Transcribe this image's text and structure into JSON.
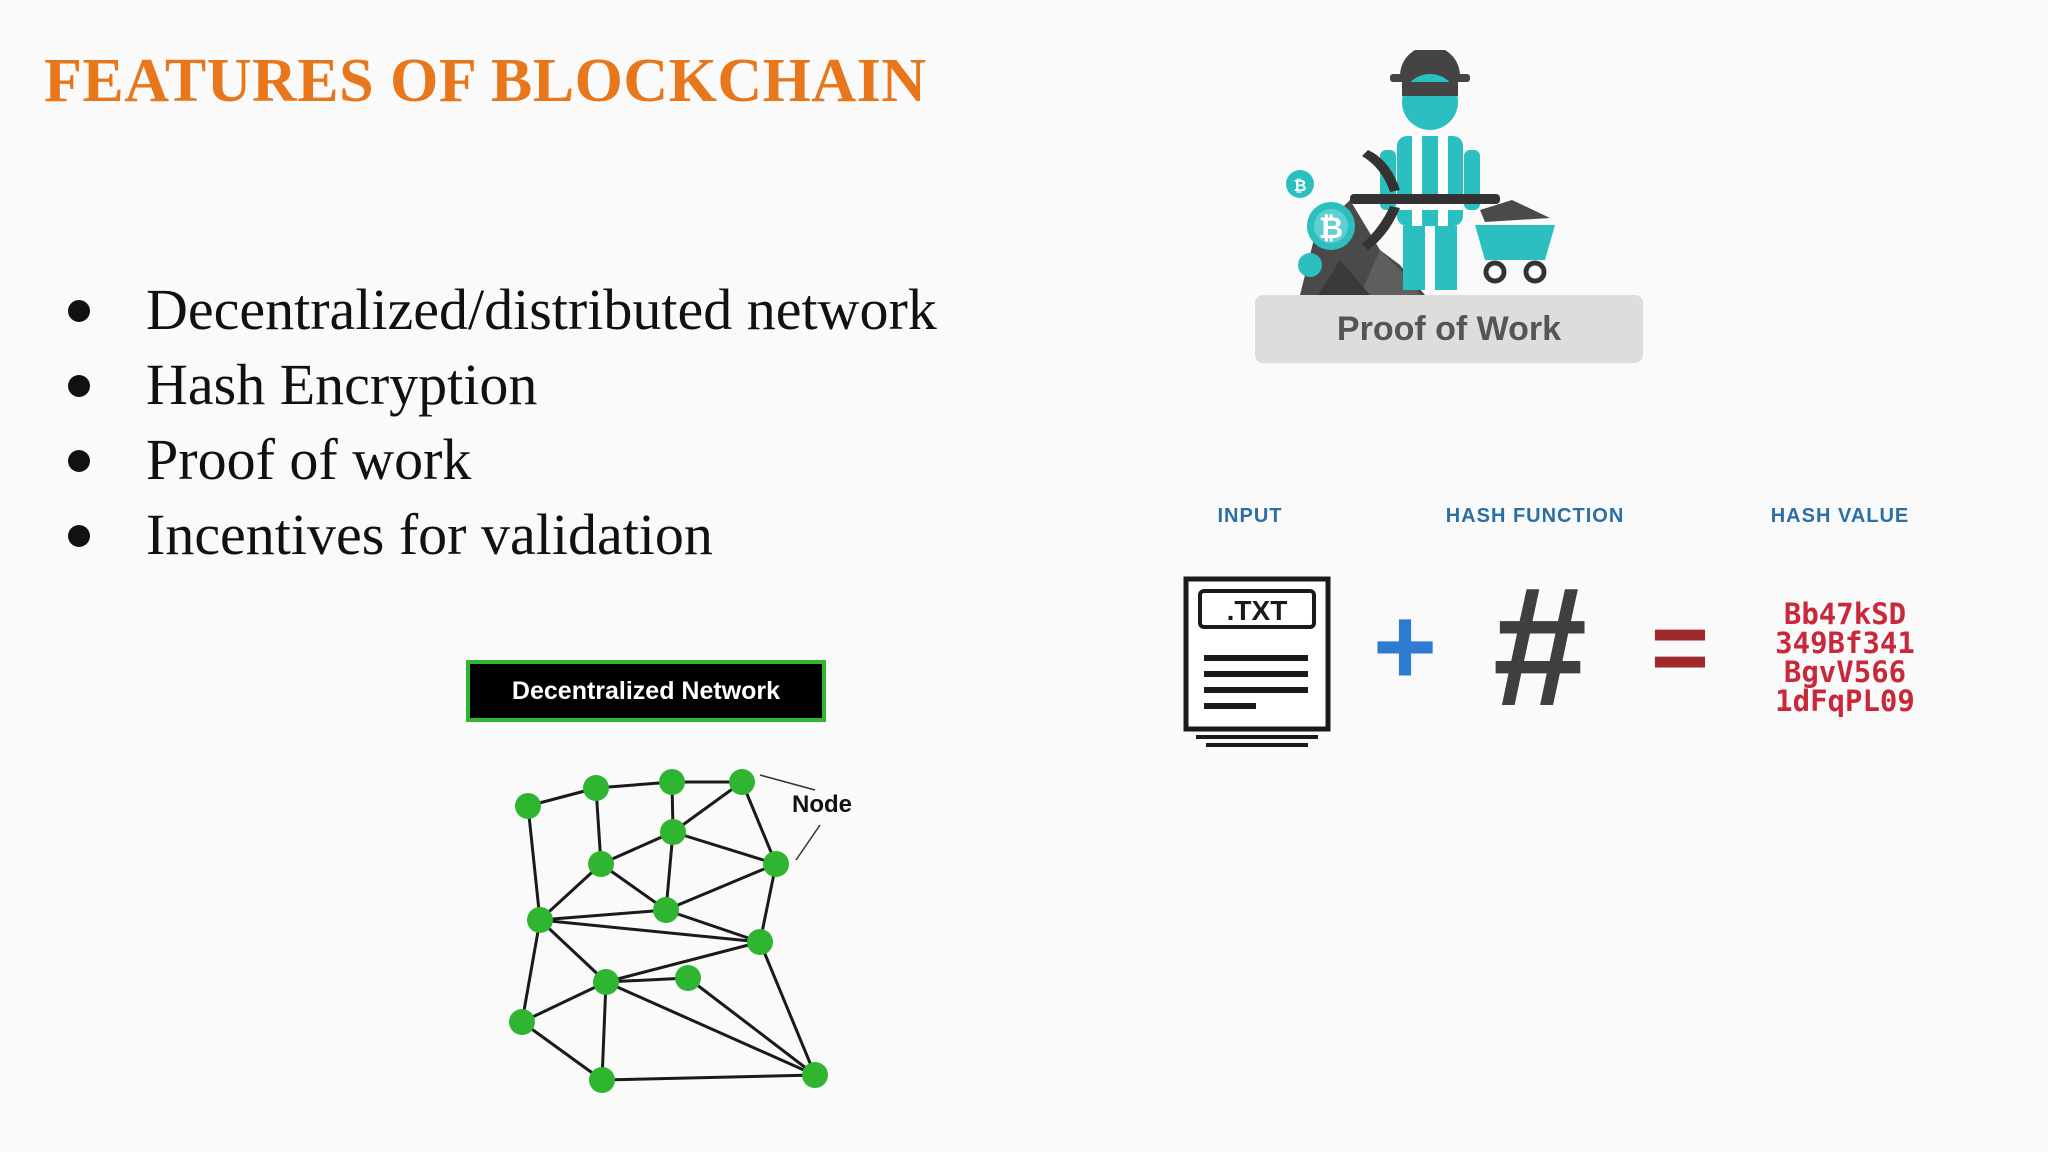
{
  "slide": {
    "title": "FEATURES OF BLOCKCHAIN",
    "bullets": [
      "Decentralized/distributed network",
      "Hash Encryption",
      "Proof of work",
      "Incentives for validation"
    ]
  },
  "proof_of_work_figure": {
    "caption": "Proof of Work",
    "icons": [
      "miner-icon",
      "bitcoin-coin-icon",
      "mine-cart-icon",
      "pickaxe-icon"
    ]
  },
  "hash_figure": {
    "input_label": "INPUT",
    "function_label": "HASH FUNCTION",
    "value_label": "HASH VALUE",
    "file_label": ".TXT",
    "plus_symbol": "+",
    "hash_symbol": "#",
    "equals_symbol": "=",
    "hash_lines": [
      "Bb47kSD",
      "349Bf341",
      "BgvV566",
      "1dFqPL09"
    ],
    "colors": {
      "plus": "#2e7bd1",
      "hash": "#3f3f3f",
      "value": "#c8283a",
      "headers": "#2a6ea6"
    }
  },
  "network_figure": {
    "title": "Decentralized Network",
    "node_label": "Node",
    "colors": {
      "node": "#2fb52f",
      "border": "#2fb52f",
      "title_bg": "#000000"
    }
  }
}
